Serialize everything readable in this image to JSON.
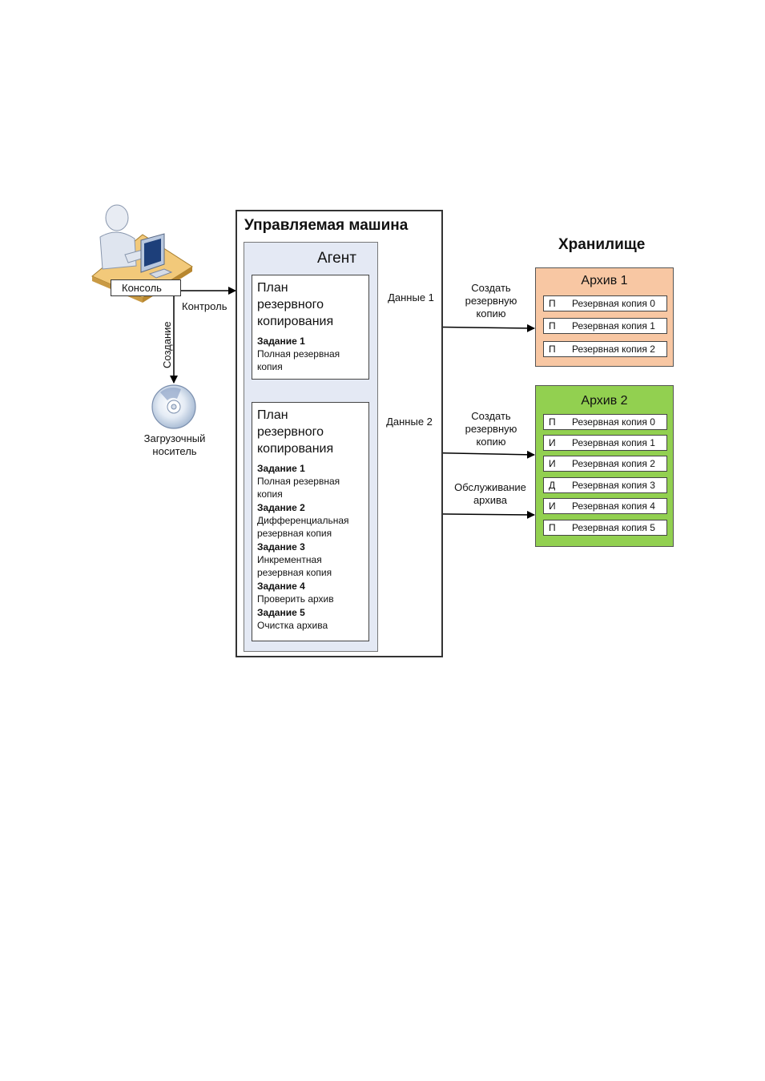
{
  "machine": {
    "title": "Управляемая машина",
    "agent_title": "Агент",
    "plans": [
      {
        "title_lines": [
          "План",
          "резервного",
          "копирования"
        ],
        "tasks": [
          {
            "name": "Задание 1",
            "desc": [
              "Полная резервная",
              "копия"
            ]
          }
        ]
      },
      {
        "title_lines": [
          "План",
          "резервного",
          "копирования"
        ],
        "tasks": [
          {
            "name": "Задание 1",
            "desc": [
              "Полная резервная",
              "копия"
            ]
          },
          {
            "name": "Задание 2",
            "desc": [
              "Дифференциальная",
              "резервная копия"
            ]
          },
          {
            "name": "Задание 3",
            "desc": [
              "Инкрементная",
              "резервная копия"
            ]
          },
          {
            "name": "Задание 4",
            "desc": [
              "Проверить архив"
            ]
          },
          {
            "name": "Задание 5",
            "desc": [
              "Очистка архива"
            ]
          }
        ]
      }
    ]
  },
  "console": {
    "label": "Консоль",
    "control_label": "Контроль",
    "create_label": "Создание"
  },
  "boot_media": {
    "lines": [
      "Загрузочный",
      "носитель"
    ]
  },
  "data_sources": [
    {
      "label": "Данные 1"
    },
    {
      "label": "Данные 2"
    }
  ],
  "arrows": {
    "create_backup_1": [
      "Создать",
      "резервную",
      "копию"
    ],
    "create_backup_2": [
      "Создать",
      "резервную",
      "копию"
    ],
    "maintenance": [
      "Обслуживание",
      "архива"
    ]
  },
  "storage": {
    "title": "Хранилище",
    "archives": [
      {
        "title": "Архив 1",
        "color": "#f8c7a3",
        "backups": [
          {
            "type": "П",
            "name": "Резервная копия 0"
          },
          {
            "type": "П",
            "name": "Резервная копия 1"
          },
          {
            "type": "П",
            "name": "Резервная копия 2"
          }
        ]
      },
      {
        "title": "Архив 2",
        "color": "#92d050",
        "backups": [
          {
            "type": "П",
            "name": "Резервная копия 0"
          },
          {
            "type": "И",
            "name": "Резервная копия 1"
          },
          {
            "type": "И",
            "name": "Резервная копия 2"
          },
          {
            "type": "Д",
            "name": "Резервная копия 3"
          },
          {
            "type": "И",
            "name": "Резервная копия 4"
          },
          {
            "type": "П",
            "name": "Резервная копия 5"
          }
        ]
      }
    ]
  }
}
